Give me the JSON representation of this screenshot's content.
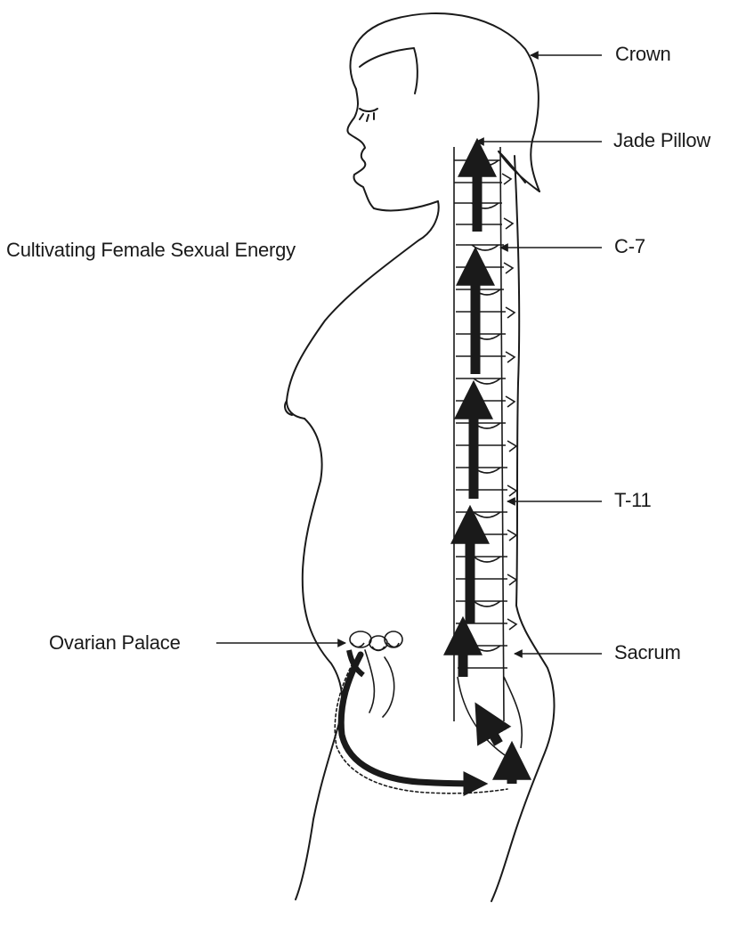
{
  "diagram": {
    "title": "Cultivating Female Sexual Energy",
    "labels": {
      "crown": "Crown",
      "jade_pillow": "Jade Pillow",
      "c7": "C-7",
      "t11": "T-11",
      "sacrum": "Sacrum",
      "ovarian_palace": "Ovarian Palace"
    },
    "colors": {
      "ink": "#1a1a1a",
      "background": "#ffffff"
    }
  }
}
